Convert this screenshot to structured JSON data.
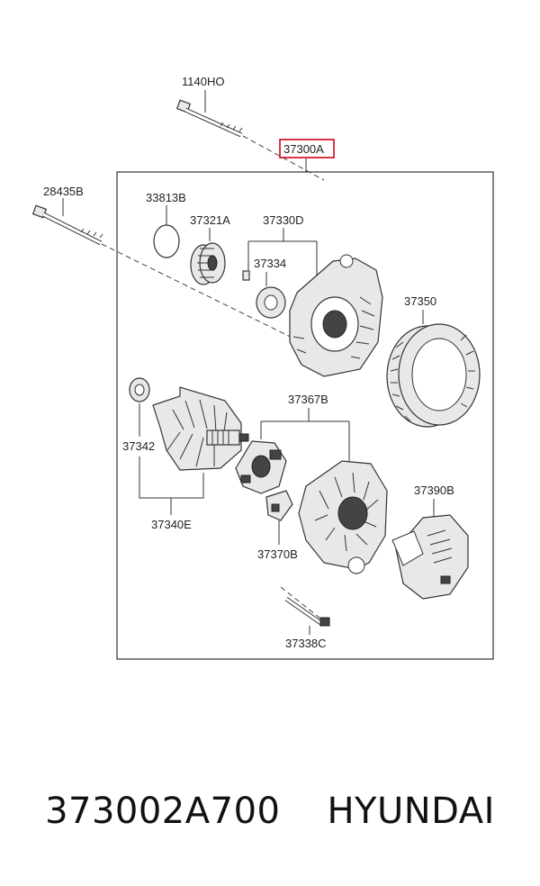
{
  "diagram": {
    "highlight_color": "#d0021b",
    "labels": {
      "bolt_top": "1140HO",
      "assembly": "37300A",
      "bolt_left": "28435B",
      "oring": "33813B",
      "pulley": "37321A",
      "bearing_set": "37330D",
      "bearing_small": "37334",
      "stator": "37350",
      "bearing_rotor": "37342",
      "rotor": "37340E",
      "brush_holder": "37367B",
      "regulator": "37370B",
      "rear_cover": "37390B",
      "through_bolt": "37338C"
    }
  },
  "caption": {
    "part_number": "373002A700",
    "brand": "HYUNDAI"
  }
}
